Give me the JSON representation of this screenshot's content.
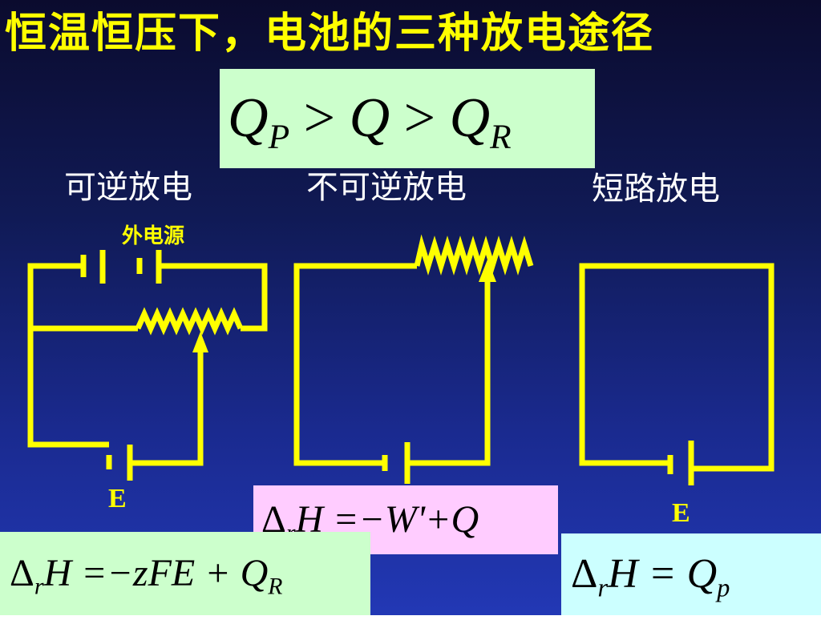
{
  "slide": {
    "title": "恒温恒压下，电池的三种放电途径",
    "relation": {
      "q1": "Q",
      "s1": "P",
      "gt1": ">",
      "q2": "Q",
      "gt2": ">",
      "q3": "Q",
      "s3": "R"
    },
    "columns": [
      {
        "heading": "可逆放电"
      },
      {
        "heading": "不可逆放电"
      },
      {
        "heading": "短路放电"
      }
    ],
    "external_source_label": "外电源",
    "emf_labels": [
      "E",
      "E"
    ],
    "formulas": {
      "reversible": {
        "delta": "Δ",
        "r": "r",
        "H": "H",
        "rest": "=−zFE + Q",
        "sub": "R"
      },
      "irreversible": {
        "delta": "Δ",
        "r": "r",
        "H": "H",
        "rest": "=−W'+Q"
      },
      "short_circuit": {
        "delta": "Δ",
        "r": "r",
        "H": "H",
        "rest": "= Q",
        "sub": "p"
      }
    },
    "colors": {
      "wire": "#ffff00",
      "title": "#ffff00",
      "green_box": "#ccffcc",
      "pink_box": "#ffccff",
      "cyan_box": "#ccffff"
    }
  }
}
